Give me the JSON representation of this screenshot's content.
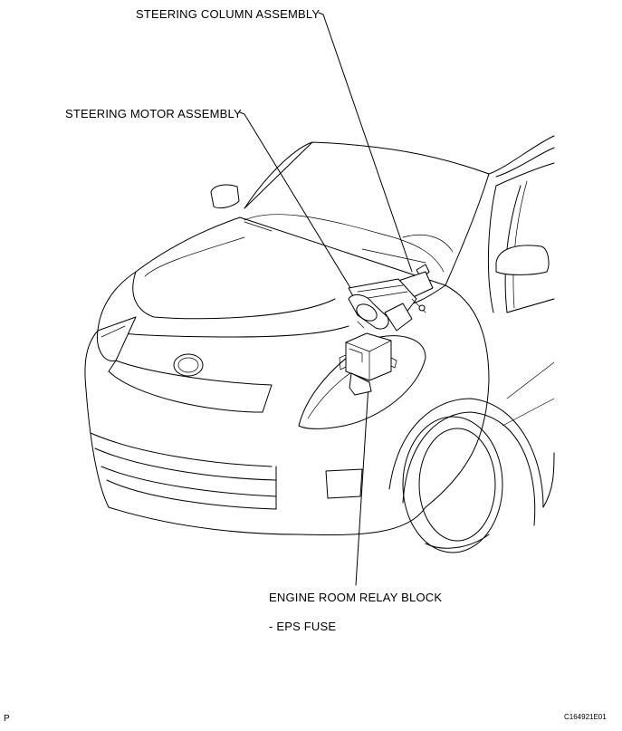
{
  "labels": {
    "steering_column": "STEERING COLUMN ASSEMBLY",
    "steering_motor": "STEERING MOTOR ASSEMBLY",
    "relay_block": "ENGINE ROOM RELAY BLOCK",
    "eps_fuse": "- EPS FUSE"
  },
  "corner": {
    "left": "P",
    "right": "C164921E01"
  }
}
